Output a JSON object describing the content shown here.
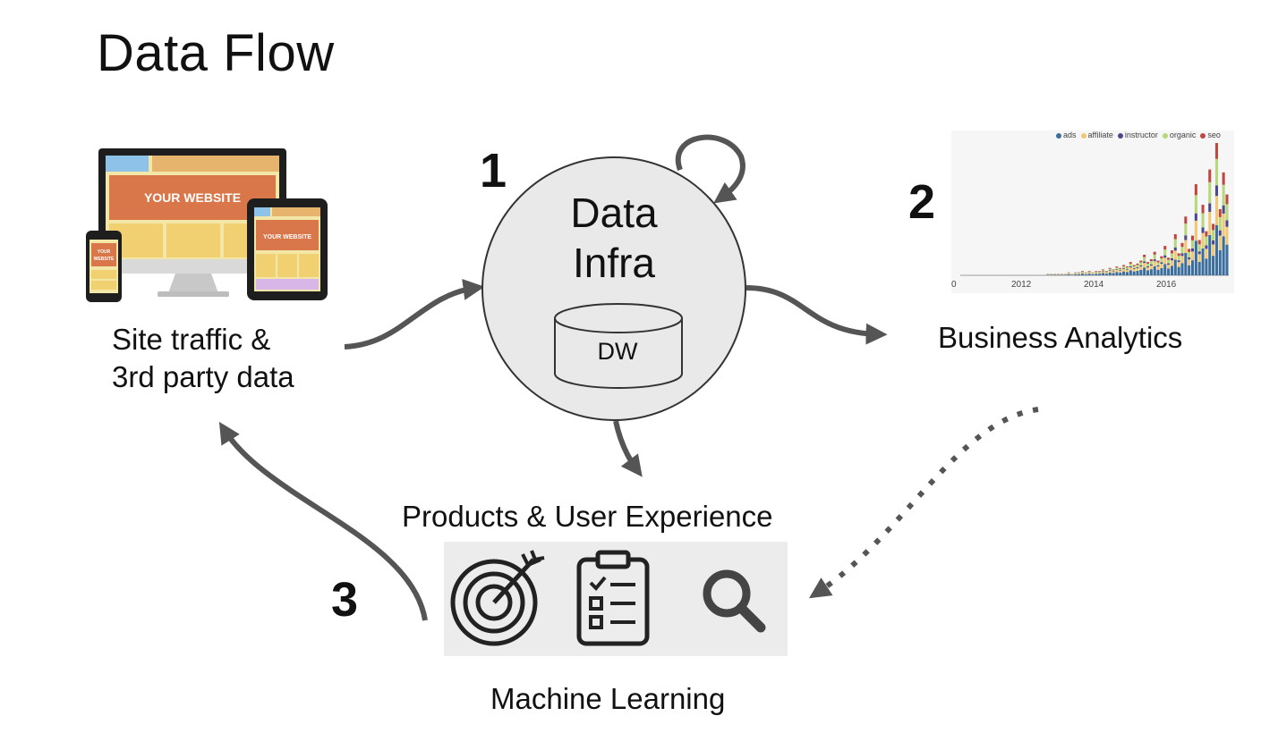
{
  "title": "Data Flow",
  "sources": {
    "label_line1": "Site traffic &",
    "label_line2": "3rd party data",
    "device_text_large": "YOUR WEBSITE",
    "device_text_small": "YOUR WEBSITE",
    "device_text_phone_1": "YOUR",
    "device_text_phone_2": "WEBSITE"
  },
  "infra": {
    "step": "1",
    "title_line1": "Data",
    "title_line2": "Infra",
    "db_label": "DW"
  },
  "analytics": {
    "step": "2",
    "label": "Business Analytics"
  },
  "products": {
    "label": "Products & User Experience"
  },
  "ml": {
    "step": "3",
    "label": "Machine Learning"
  },
  "chart_data": {
    "type": "bar",
    "stacked": true,
    "x_ticks": [
      "0",
      "2012",
      "2014",
      "2016"
    ],
    "series": [
      {
        "name": "ads",
        "color": "#3b6e9c"
      },
      {
        "name": "affiliate",
        "color": "#f0c775"
      },
      {
        "name": "instructor",
        "color": "#4a4a8a"
      },
      {
        "name": "organic",
        "color": "#b6d77a"
      },
      {
        "name": "seo",
        "color": "#c0473f"
      }
    ],
    "legend_placement": "top-right",
    "totals": [
      0,
      0,
      0,
      0,
      0,
      0,
      0,
      0,
      0,
      0,
      0,
      0,
      0,
      0,
      0,
      0,
      0,
      0,
      0,
      0,
      0,
      0,
      0,
      0,
      0,
      1,
      1,
      1,
      1,
      1,
      1,
      2,
      1,
      2,
      2,
      3,
      2,
      3,
      2,
      3,
      3,
      4,
      3,
      5,
      4,
      6,
      5,
      7,
      6,
      9,
      7,
      8,
      10,
      14,
      9,
      11,
      16,
      10,
      13,
      20,
      12,
      17,
      28,
      15,
      22,
      40,
      18,
      27,
      62,
      24,
      48,
      30,
      72,
      35,
      90,
      45,
      70,
      55
    ]
  }
}
